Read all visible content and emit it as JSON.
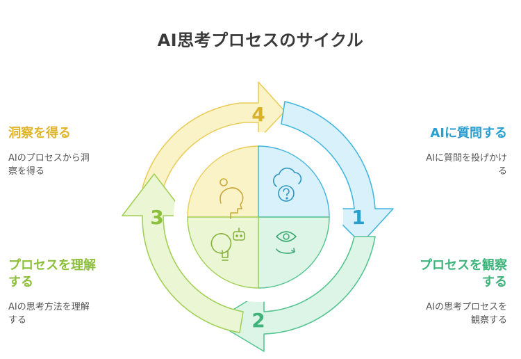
{
  "title": "AI思考プロセスのサイクル",
  "steps": [
    {
      "number": "1",
      "heading": "AIに質問する",
      "description_lines": [
        "AIに質問を投げかけ",
        "る"
      ],
      "color": "#3bb3dd"
    },
    {
      "number": "2",
      "heading_lines": [
        "プロセスを観察",
        "する"
      ],
      "description_lines": [
        "AIの思考プロセスを",
        "観察する"
      ],
      "color": "#4cc48a"
    },
    {
      "number": "3",
      "heading_lines": [
        "プロセスを理解",
        "する"
      ],
      "description_lines": [
        "AIの思考方法を理解",
        "する"
      ],
      "color": "#9ccc4e"
    },
    {
      "number": "4",
      "heading": "洞察を得る",
      "description_lines": [
        "AIのプロセスから洞",
        "察を得る"
      ],
      "color": "#ecc94b"
    }
  ],
  "icons": [
    "user-head-icon",
    "cloud-question-icon",
    "lightbulb-robot-icon",
    "eye-cycle-icon"
  ]
}
